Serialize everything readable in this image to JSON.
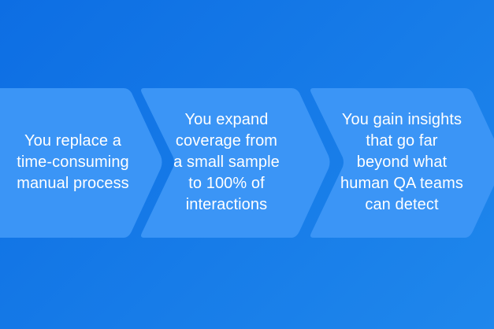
{
  "process_flow": {
    "steps": [
      {
        "lines": [
          "You replace a",
          "time-consuming",
          "manual process"
        ]
      },
      {
        "lines": [
          "You expand",
          "coverage from",
          "a small sample",
          "to 100% of",
          "interactions"
        ]
      },
      {
        "lines": [
          "You gain insights",
          "that go far",
          "beyond what",
          "human QA teams",
          "can detect"
        ]
      }
    ]
  },
  "colors": {
    "background_start": "#0d6ee3",
    "background_end": "#1f87ec",
    "chevron_fill": "#3b95f6",
    "text": "#ffffff"
  }
}
